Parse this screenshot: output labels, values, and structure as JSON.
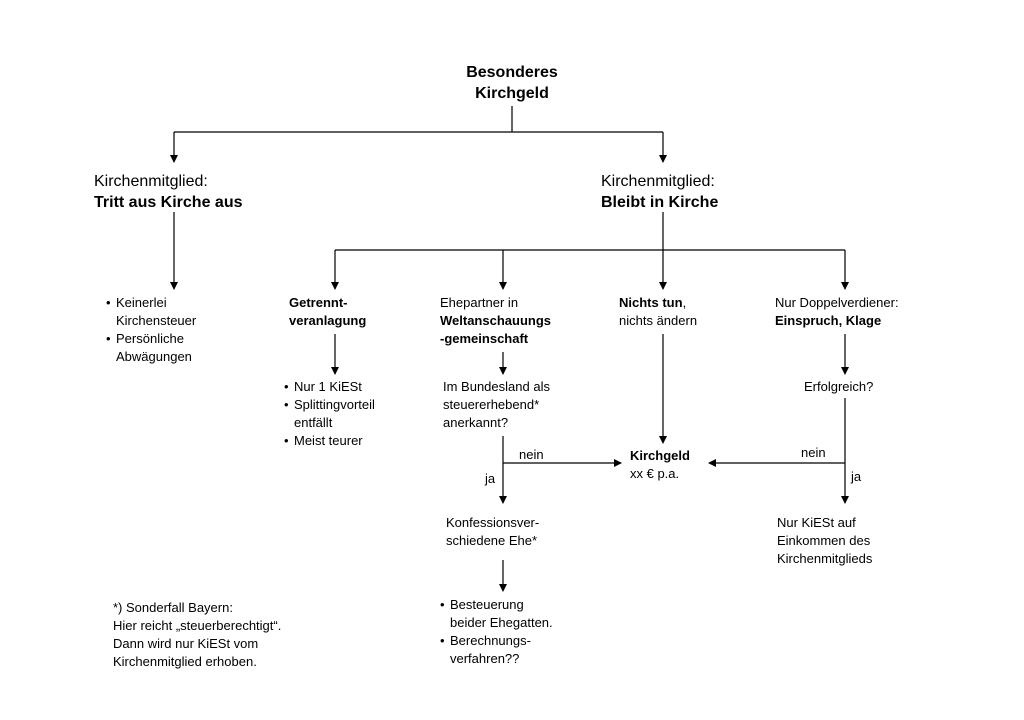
{
  "root": {
    "line1": "Besonderes",
    "line2": "Kirchgeld"
  },
  "left_branch": {
    "prefix": "Kirchenmitglied:",
    "title": "Tritt aus Kirche aus"
  },
  "right_branch": {
    "prefix": "Kirchenmitglied:",
    "title": "Bleibt in Kirche"
  },
  "left_points": [
    [
      "Keinerlei",
      "Kirchensteuer"
    ],
    [
      "Persönliche",
      "Abwägungen"
    ]
  ],
  "option_separate": {
    "line1": "Getrennt-",
    "line2": "veranlagung"
  },
  "separate_points": [
    [
      "Nur 1 KiESt"
    ],
    [
      "Splittingvorteil",
      "entfällt"
    ],
    [
      "Meist teurer"
    ]
  ],
  "option_worldview": {
    "line1": "Ehepartner in",
    "line2": "Weltanschauungs",
    "line3": "-gemeinschaft"
  },
  "question_state": {
    "line1": "Im Bundesland als",
    "line2": "steuererhebend*",
    "line3": "anerkannt?"
  },
  "option_nothing": {
    "bold": "Nichts tun",
    "comma": ",",
    "line2": "nichts ändern"
  },
  "option_objection": {
    "line1": "Nur Doppelverdiener:",
    "line2": "Einspruch, Klage"
  },
  "question_success": "Erfolgreich?",
  "result": {
    "title": "Kirchgeld",
    "amount": "xx  € p.a."
  },
  "edge_labels": {
    "no_left": "nein",
    "yes_left": "ja",
    "no_right": "nein",
    "yes_right": "ja"
  },
  "mixed_marriage": {
    "line1": "Konfessionsver-",
    "line2": "schiedene Ehe*"
  },
  "mixed_points": [
    [
      "Besteuerung",
      "beider Ehegatten."
    ],
    [
      "Berechnungs-",
      "verfahren??"
    ]
  ],
  "only_kiest": {
    "line1": "Nur KiESt auf",
    "line2": "Einkommen des",
    "line3": "Kirchenmitglieds"
  },
  "footnote": {
    "line1": "*) Sonderfall Bayern:",
    "line2": "Hier reicht „steuerberechtigt“.",
    "line3": "Dann wird nur KiESt vom",
    "line4": "Kirchenmitglied erhoben."
  },
  "bullet_glyph": "•",
  "colors": {
    "line": "#000000",
    "text": "#000000",
    "background": "#ffffff"
  }
}
